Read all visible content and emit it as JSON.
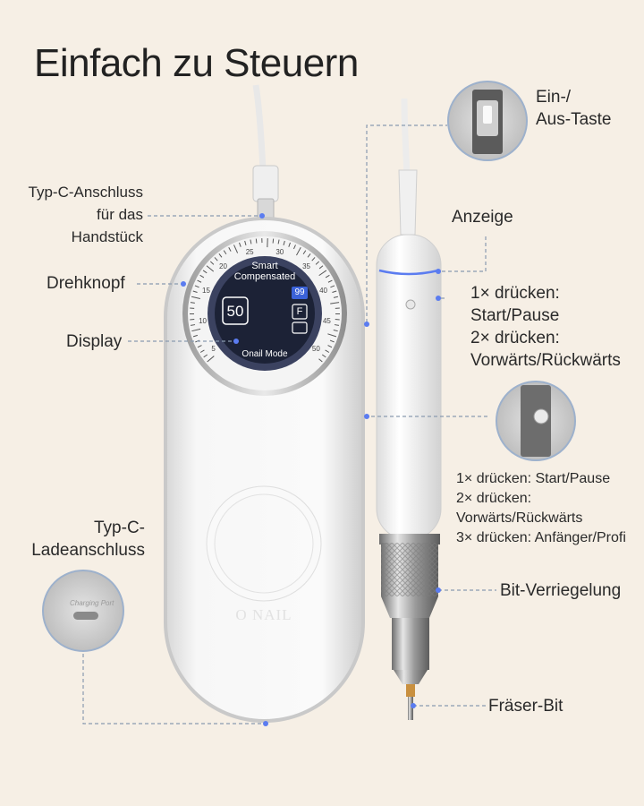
{
  "title": "Einfach zu Steuern",
  "labels": {
    "typec_handpiece": [
      "Typ-C-Anschluss",
      "für das",
      "Handstück"
    ],
    "knob": "Drehknopf",
    "display": "Display",
    "typec_charge": [
      "Typ-C-",
      "Ladeanschluss"
    ],
    "power": [
      "Ein-/",
      "Aus-Taste"
    ],
    "indicator": "Anzeige",
    "press_button": [
      "1× drücken:",
      "Start/Pause",
      "2× drücken:",
      "Vorwärts/Rückwärts"
    ],
    "handpiece_button": [
      "1× drücken: Start/Pause",
      "2× drücken:",
      "Vorwärts/Rückwärts",
      "3× drücken: Anfänger/Profi"
    ],
    "bit_lock": "Bit-Verriegelung",
    "bit": "Fräser-Bit"
  },
  "screen": {
    "mode_top": [
      "Smart",
      "Compensated"
    ],
    "speed": "50",
    "badge": "99",
    "direction": "F",
    "mode_bottom": "Onail Mode"
  },
  "dial_ticks": [
    "5",
    "10",
    "15",
    "20",
    "25",
    "30",
    "35",
    "40",
    "45",
    "50"
  ],
  "brand": "O NAIL",
  "charging_port_text": "Charging Port",
  "colors": {
    "background": "#f6efe5",
    "guide_line": "#8a9bb0",
    "screen": "#1c2236",
    "accent_blue": "#3b62d8"
  }
}
